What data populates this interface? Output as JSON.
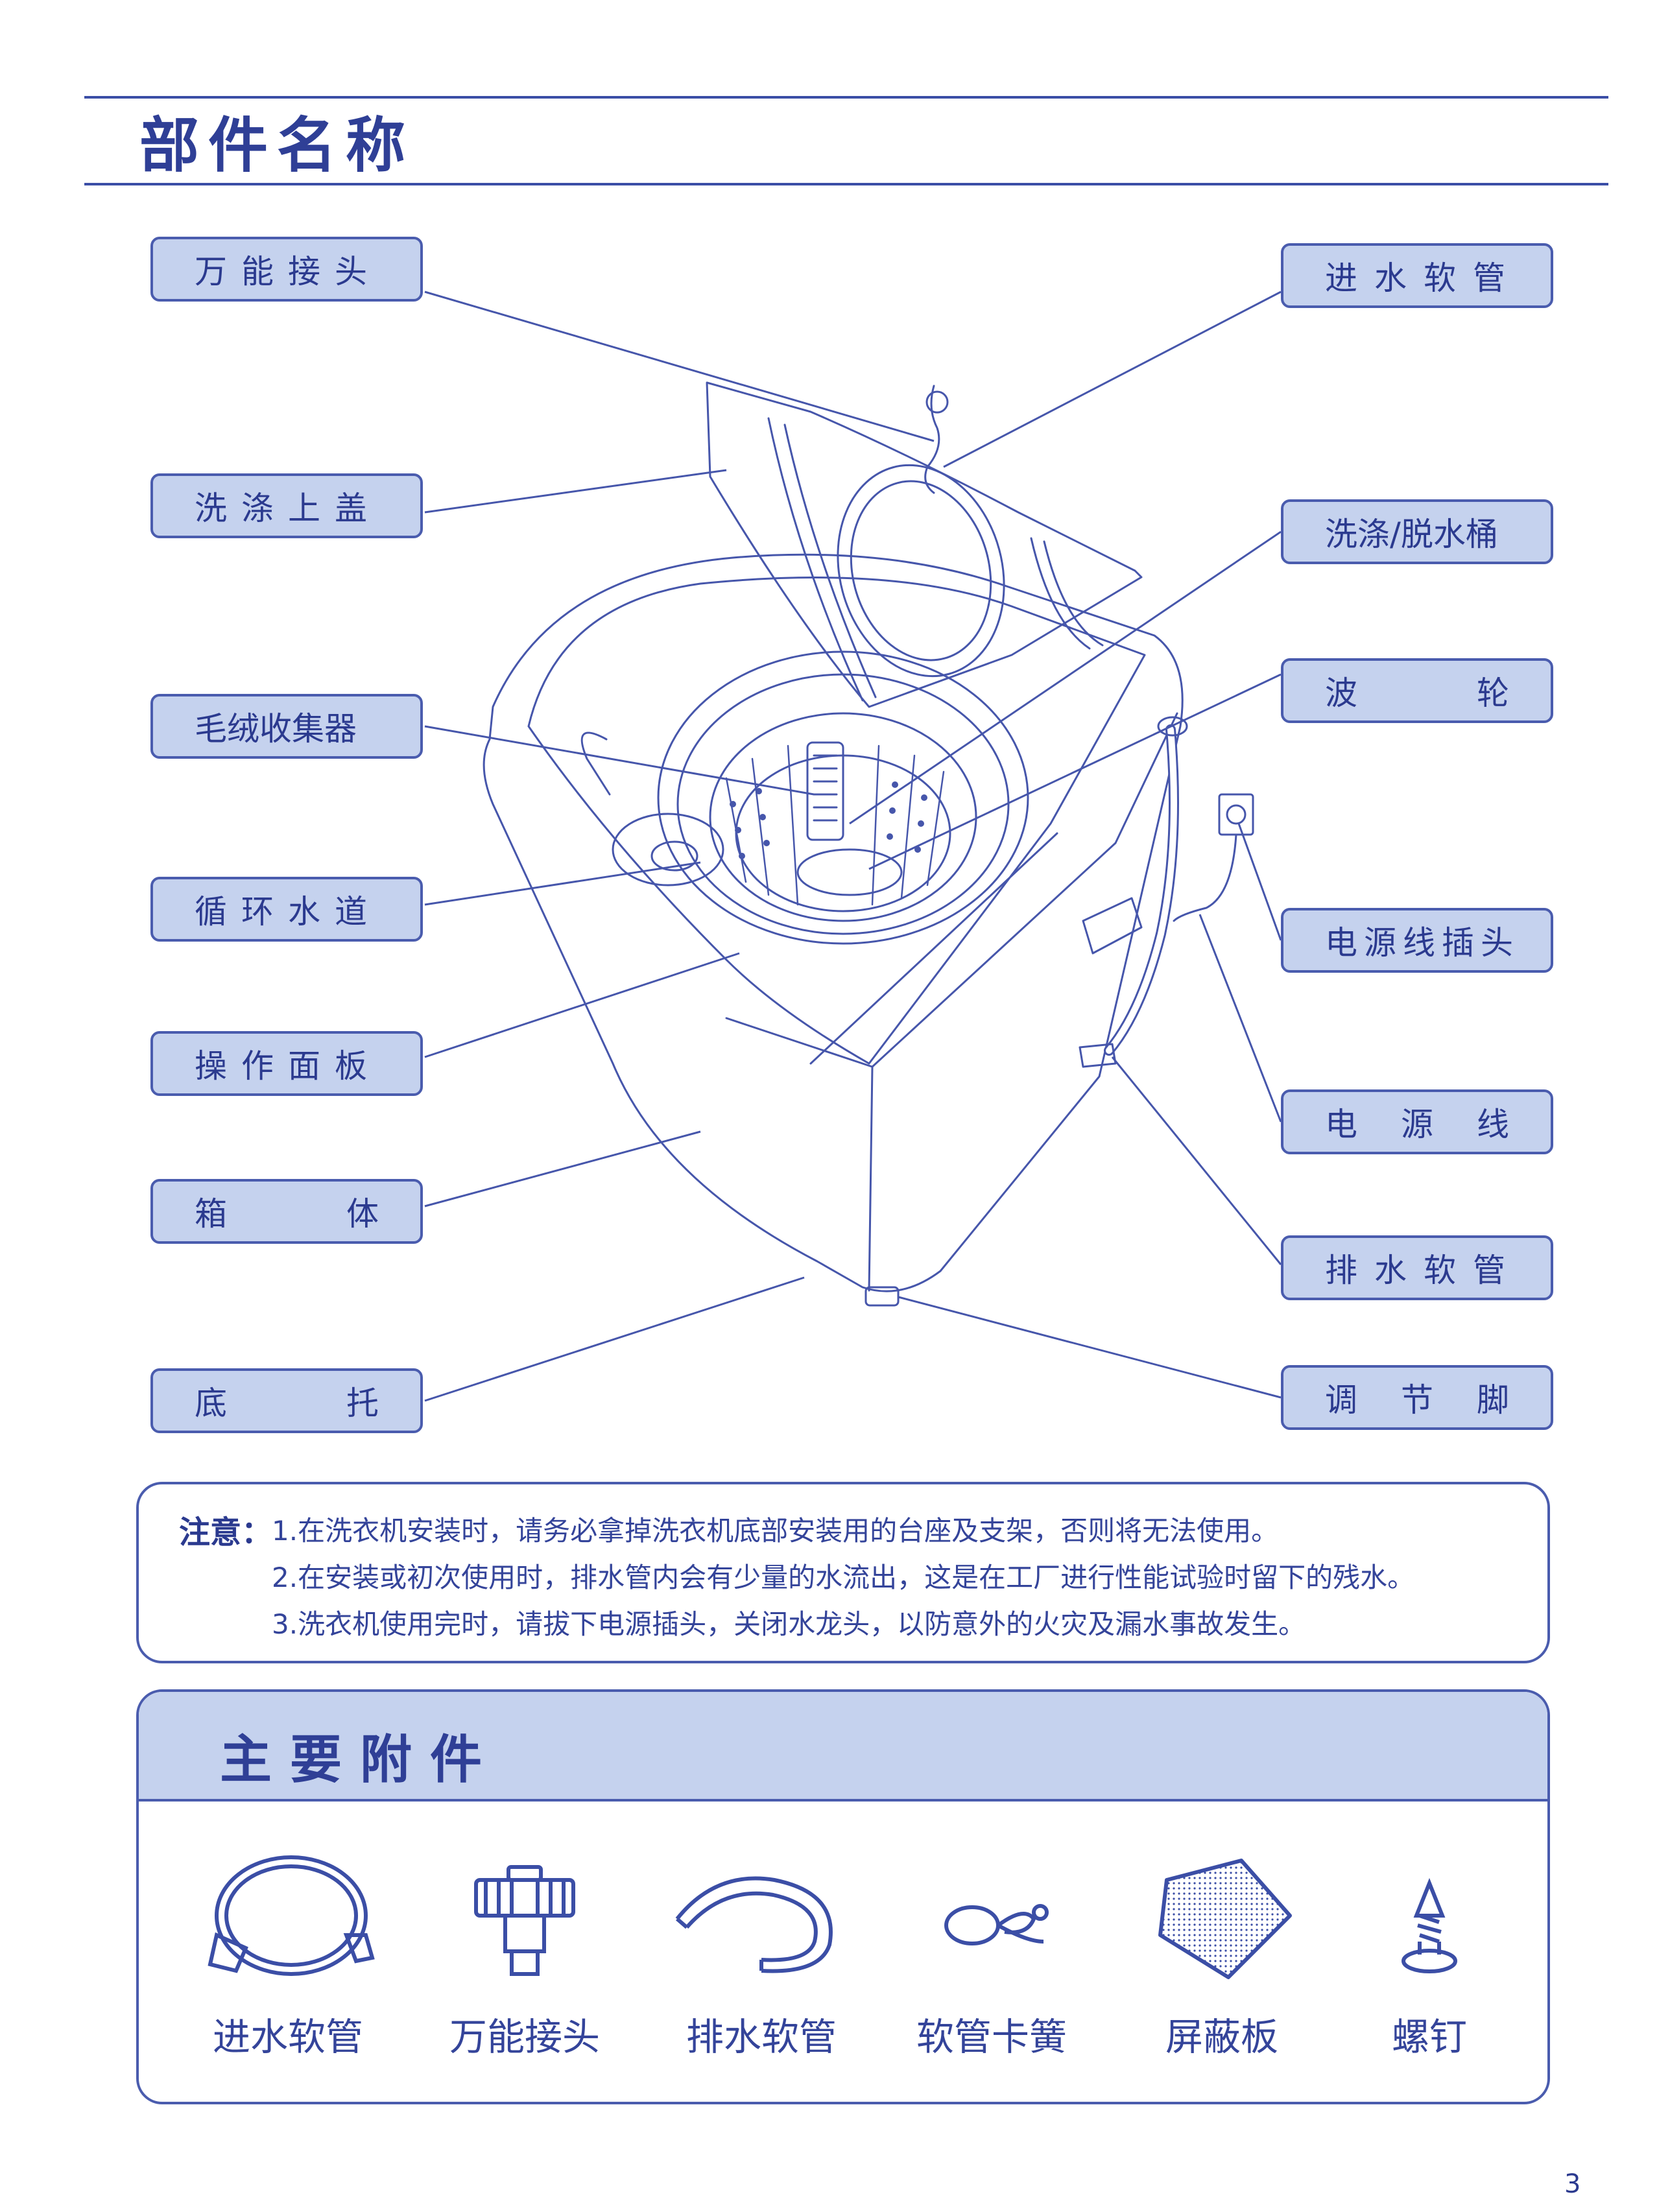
{
  "page": {
    "title": "部件名称",
    "page_number": "3"
  },
  "parts": {
    "left": [
      {
        "label": "万能接头"
      },
      {
        "label": "洗涤上盖"
      },
      {
        "label": "毛绒收集器"
      },
      {
        "label": "循环水道"
      },
      {
        "label": "操作面板"
      },
      {
        "label": "箱体",
        "chars": [
          "箱",
          "体"
        ]
      },
      {
        "label": "底托",
        "chars": [
          "底",
          "托"
        ]
      }
    ],
    "right": [
      {
        "label": "进水软管"
      },
      {
        "label": "洗涤/脱水桶"
      },
      {
        "label": "波轮",
        "chars": [
          "波",
          "轮"
        ]
      },
      {
        "label": "电源线插头"
      },
      {
        "label": "电源线",
        "chars": [
          "电",
          "源",
          "线"
        ]
      },
      {
        "label": "排水软管"
      },
      {
        "label": "调节脚",
        "chars": [
          "调",
          "节",
          "脚"
        ]
      }
    ]
  },
  "notes": {
    "heading": "注意：",
    "items": [
      "1.在洗衣机安装时，请务必拿掉洗衣机底部安装用的台座及支架，否则将无法使用。",
      "2.在安装或初次使用时，排水管内会有少量的水流出，这是在工厂进行性能试验时留下的残水。",
      "3.洗衣机使用完时，请拔下电源插头，关闭水龙头，以防意外的火灾及漏水事故发生。"
    ]
  },
  "accessories": {
    "title": "主要附件",
    "items": [
      {
        "label": "进水软管",
        "icon": "inlet-hose-icon"
      },
      {
        "label": "万能接头",
        "icon": "universal-connector-icon"
      },
      {
        "label": "排水软管",
        "icon": "drain-hose-icon"
      },
      {
        "label": "软管卡簧",
        "icon": "hose-clip-icon"
      },
      {
        "label": "屏蔽板",
        "icon": "shield-plate-icon"
      },
      {
        "label": "螺钉",
        "icon": "screw-icon"
      }
    ]
  },
  "colors": {
    "ink": "#2c3e92",
    "label_fill": "#c5d2ee",
    "border": "#4a5cae"
  }
}
